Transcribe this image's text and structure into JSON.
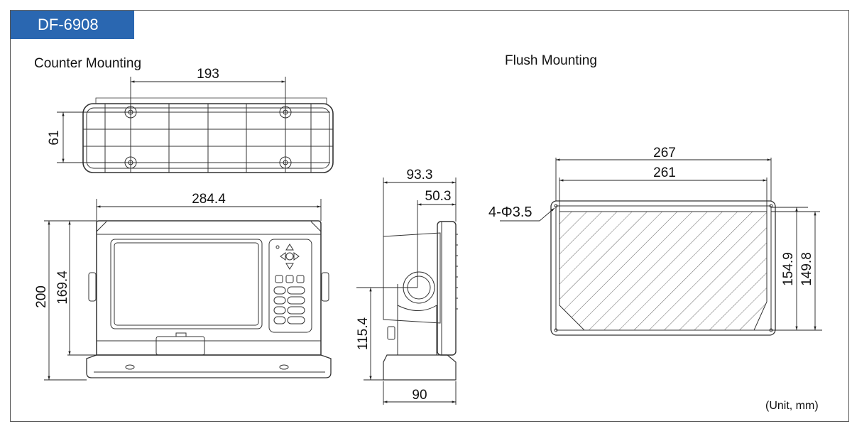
{
  "header": {
    "model": "DF-6908",
    "accent_color": "#2a67b1"
  },
  "sections": {
    "counter_mounting": "Counter Mounting",
    "flush_mounting": "Flush Mounting"
  },
  "dimensions": {
    "top_view_hole_spacing": "193",
    "top_view_depth": "61",
    "front_width": "284.4",
    "front_total_height": "200",
    "front_unit_height": "169.4",
    "side_depth_total": "93.3",
    "side_depth_pivot": "50.3",
    "side_pivot_height": "115.4",
    "side_base_depth": "90",
    "flush_outer_width": "267",
    "flush_cutout_width": "261",
    "flush_holes": "4-Φ3.5",
    "flush_outer_height": "154.9",
    "flush_cutout_height": "149.8"
  },
  "footer": {
    "unit_note": "(Unit, mm)"
  }
}
